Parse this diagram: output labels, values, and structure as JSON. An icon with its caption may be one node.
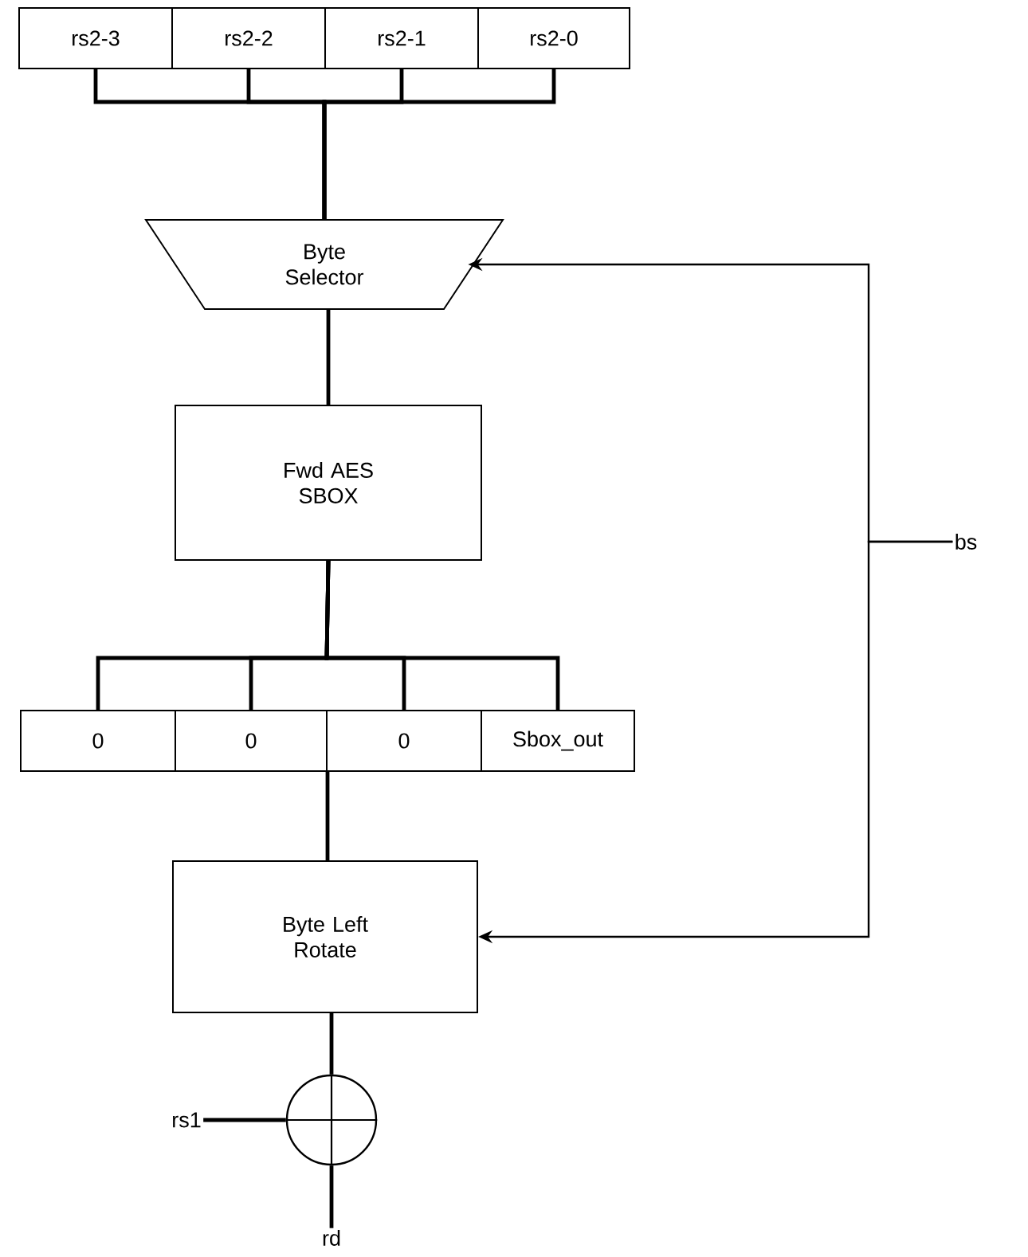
{
  "diagram": {
    "nodes": [
      {
        "text": [],
        "shape": "box"
      },
      {
        "text": [
          "rs2-3"
        ],
        "in": 0
      },
      {
        "text": [
          "rs2-2"
        ],
        "in": 0
      },
      {
        "text": [
          "rs2-1"
        ],
        "in": 0
      },
      {
        "text": [
          "rs2-0"
        ],
        "in": 0
      },
      {
        "text": [
          "Byte Selector"
        ]
      },
      {
        "text": [
          "Fwd AES SBOX"
        ]
      },
      {
        "text": [],
        "shape": "box"
      },
      {
        "text": [
          "0"
        ],
        "in": 7
      },
      {
        "text": [
          "0"
        ],
        "in": 7
      },
      {
        "text": [
          "0"
        ],
        "in": 7
      },
      {
        "text": [
          "Sbox_out"
        ],
        "in": 7
      },
      {
        "text": [
          "Byte Left Rotate"
        ]
      },
      {
        "text": [],
        "shape": "circle"
      },
      {
        "text": [
          "bs"
        ]
      },
      {
        "text": [
          "rs1"
        ]
      },
      {
        "text": [
          "rd"
        ]
      }
    ],
    "edges": [
      {
        "from": 1,
        "to": 5,
        "arrow": "none"
      },
      {
        "from": 2,
        "to": 5,
        "arrow": "none"
      },
      {
        "from": 3,
        "to": 5,
        "arrow": "none"
      },
      {
        "from": 4,
        "to": 5,
        "arrow": "none"
      },
      {
        "from": 5,
        "to": 6,
        "arrow": "none"
      },
      {
        "from": 6,
        "to": 8,
        "arrow": "none"
      },
      {
        "from": 6,
        "to": 9,
        "arrow": "none"
      },
      {
        "from": 6,
        "to": 10,
        "arrow": "none"
      },
      {
        "from": 6,
        "to": 11,
        "arrow": "none"
      },
      {
        "from": 7,
        "to": 12,
        "arrow": "none"
      },
      {
        "from": 12,
        "to": 13,
        "arrow": "none"
      },
      {
        "from": 15,
        "to": 13,
        "arrow": "none"
      },
      {
        "from": 13,
        "to": 16,
        "arrow": "none"
      },
      {
        "from": 14,
        "to": 5,
        "arrow": "to"
      },
      {
        "from": 14,
        "to": 12,
        "arrow": "to"
      }
    ]
  }
}
